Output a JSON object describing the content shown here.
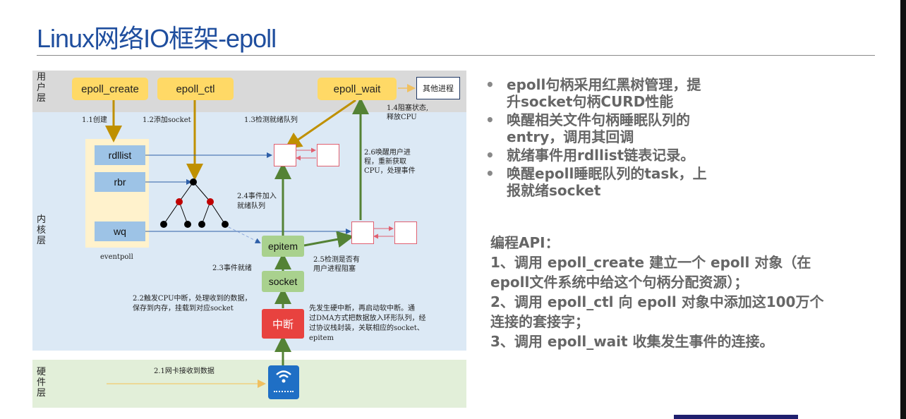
{
  "title": "Linux网络IO框架-epoll",
  "diagram": {
    "layers": {
      "user": "用户层",
      "kernel": "内核层",
      "hardware": "硬件层"
    },
    "user_calls": {
      "create": "epoll_create",
      "ctl": "epoll_ctl",
      "wait": "epoll_wait",
      "other": "其他进程"
    },
    "eventpoll": {
      "rdllist": "rdllist",
      "rbr": "rbr",
      "wq": "wq",
      "label": "eventpoll"
    },
    "nodes": {
      "epitem": "epitem",
      "socket": "socket",
      "interrupt": "中断"
    },
    "steps": {
      "s1_1": "1.1创建",
      "s1_2": "1.2添加socket",
      "s1_3": "1.3检测就绪队列",
      "s1_4a": "1.4阻塞状态,",
      "s1_4b": "释放CPU",
      "s2_6a": "2.6唤醒用户进",
      "s2_6b": "程，重新获取",
      "s2_6c": "CPU，处理事件",
      "s2_4a": "2.4事件加入",
      "s2_4b": "就绪队列",
      "s2_5a": "2.5检测是否有",
      "s2_5b": "用户进程阻塞",
      "s2_3": "2.3事件就绪",
      "s2_2a": "2.2触发CPU中断，处理收到的数据，",
      "s2_2b": "保存到内存，挂载到对应socket",
      "irq_a": "先发生硬中断，再启动软中断。通",
      "irq_b": "过DMA方式把数据放入环形队列，经",
      "irq_c": "过协议栈封装，关联相应的socket、",
      "irq_d": "epitem",
      "s2_1": "2.1网卡接收到数据"
    },
    "icons": {
      "nic": "wifi-icon"
    }
  },
  "bullets": [
    {
      "line1": "epoll句柄采用红黑树管理，提",
      "line2": "升socket句柄CURD性能"
    },
    {
      "line1": "唤醒相关文件句柄睡眠队列的",
      "line2": "entry，调用其回调"
    },
    {
      "line1": "就绪事件用rdllist链表记录。",
      "line2": ""
    },
    {
      "line1": "唤醒epoll睡眠队列的task，上",
      "line2": "报就绪socket"
    }
  ],
  "api": {
    "heading": "编程API：",
    "item1": "1、调用 epoll_create 建立一个 epoll 对象（在",
    "item1b": "epoll文件系统中给这个句柄分配资源）；",
    "item2": "2、调用 epoll_ctl 向 epoll 对象中添加这100万个",
    "item2b": "连接的套接字；",
    "item3": "3、调用 epoll_wait 收集发生事件的连接。"
  },
  "colors": {
    "title": "#1f4e9e",
    "yellow_box": "#ffd966",
    "blue_box": "#9dc3e6",
    "green_box": "#a9d18e",
    "red_box": "#e8423f",
    "arrow_brown": "#bf9000",
    "arrow_green": "#548235",
    "arrow_blue": "#2e5fa8"
  }
}
